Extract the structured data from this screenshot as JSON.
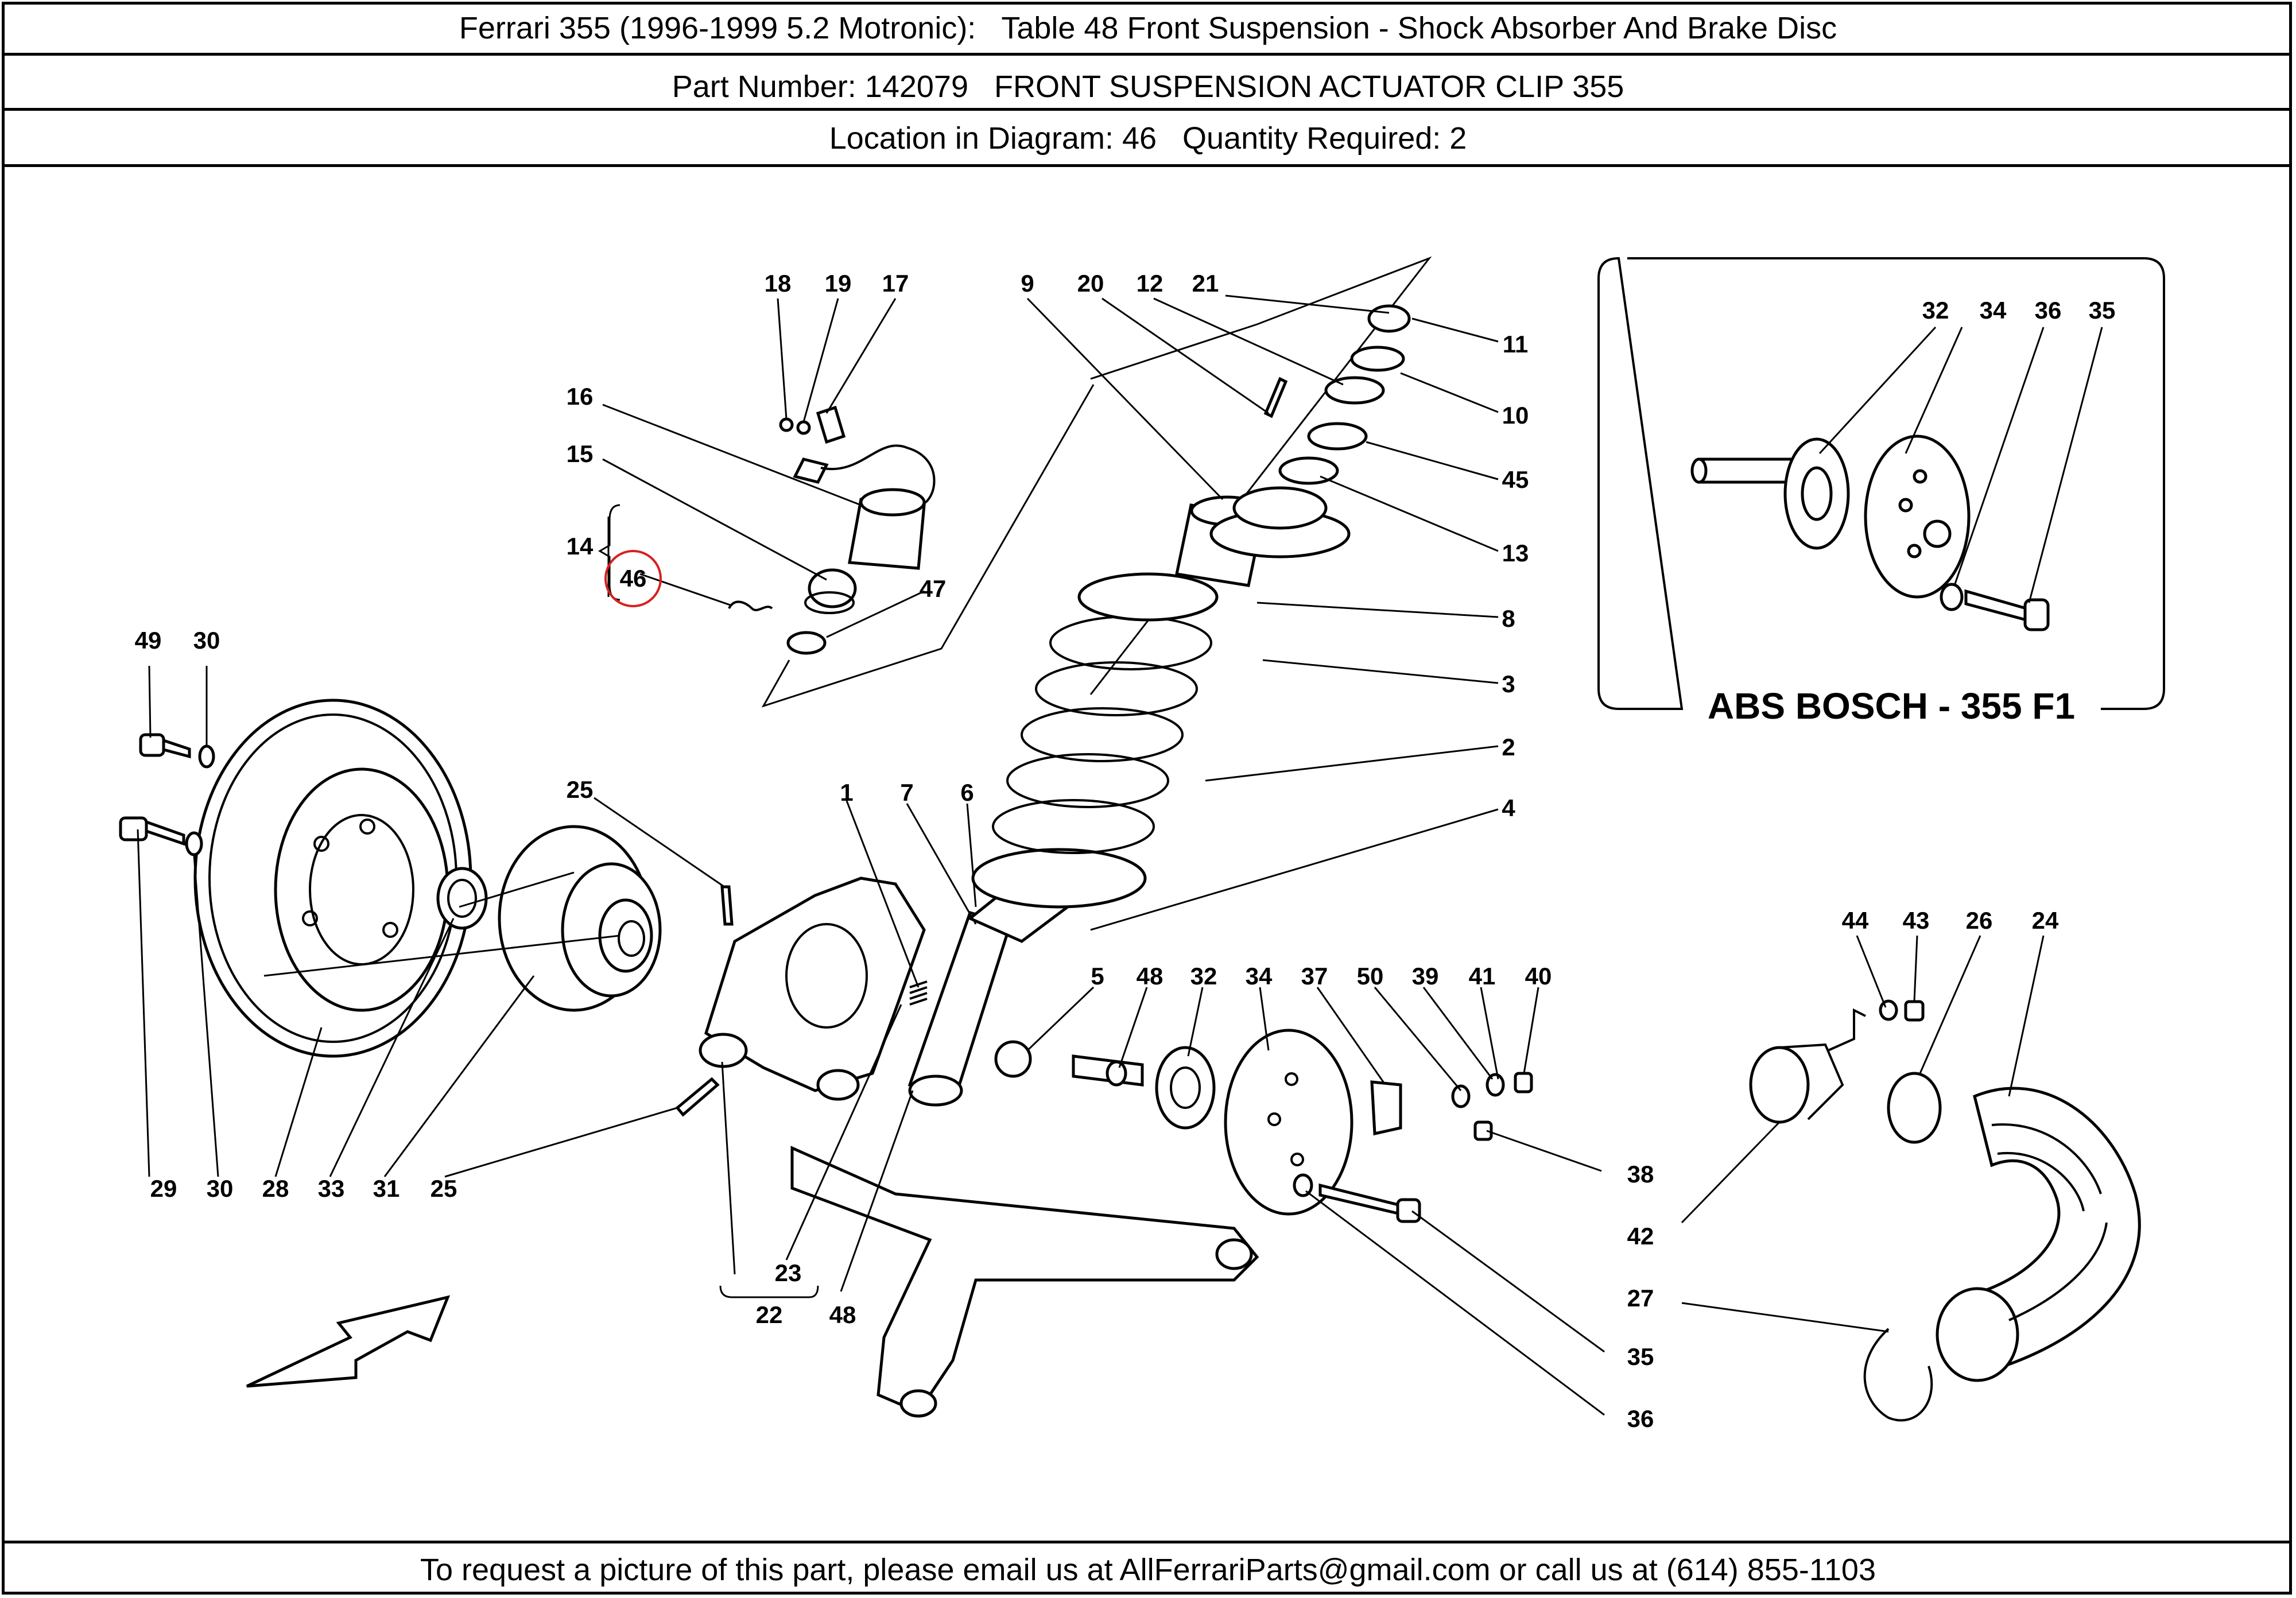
{
  "header": {
    "title": "Ferrari 355 (1996-1999 5.2 Motronic):   Table 48 Front Suspension - Shock Absorber And Brake Disc",
    "part_line": "Part Number: 142079   FRONT SUSPENSION ACTUATOR CLIP 355",
    "location_line": "Location in Diagram: 46   Quantity Required: 2"
  },
  "footer": {
    "text": "To request a picture of this part, please email us at AllFerrariParts@gmail.com or call us at (614) 855-1103"
  },
  "inset": {
    "title": "ABS BOSCH - 355 F1"
  },
  "highlight": {
    "label": "46",
    "color": "#d62020"
  },
  "callouts": {
    "c18": "18",
    "c19": "19",
    "c17": "17",
    "c16": "16",
    "c15": "15",
    "c14": "14",
    "c46": "46",
    "c47": "47",
    "c9": "9",
    "c20": "20",
    "c12": "12",
    "c21": "21",
    "c11": "11",
    "c10": "10",
    "c45": "45",
    "c13": "13",
    "c8": "8",
    "c3": "3",
    "c2": "2",
    "c4": "4",
    "c49": "49",
    "c30a": "30",
    "c25a": "25",
    "c1": "1",
    "c7": "7",
    "c6": "6",
    "c5": "5",
    "c48a": "48",
    "c32": "32",
    "c34": "34",
    "c37": "37",
    "c50": "50",
    "c39": "39",
    "c41": "41",
    "c40": "40",
    "c44": "44",
    "c43": "43",
    "c26": "26",
    "c24": "24",
    "c29": "29",
    "c30b": "30",
    "c28": "28",
    "c33": "33",
    "c31": "31",
    "c25b": "25",
    "c38": "38",
    "c42": "42",
    "c27": "27",
    "c35": "35",
    "c36": "36",
    "c23": "23",
    "c22": "22",
    "c48b": "48",
    "i32": "32",
    "i34": "34",
    "i36": "36",
    "i35": "35"
  }
}
